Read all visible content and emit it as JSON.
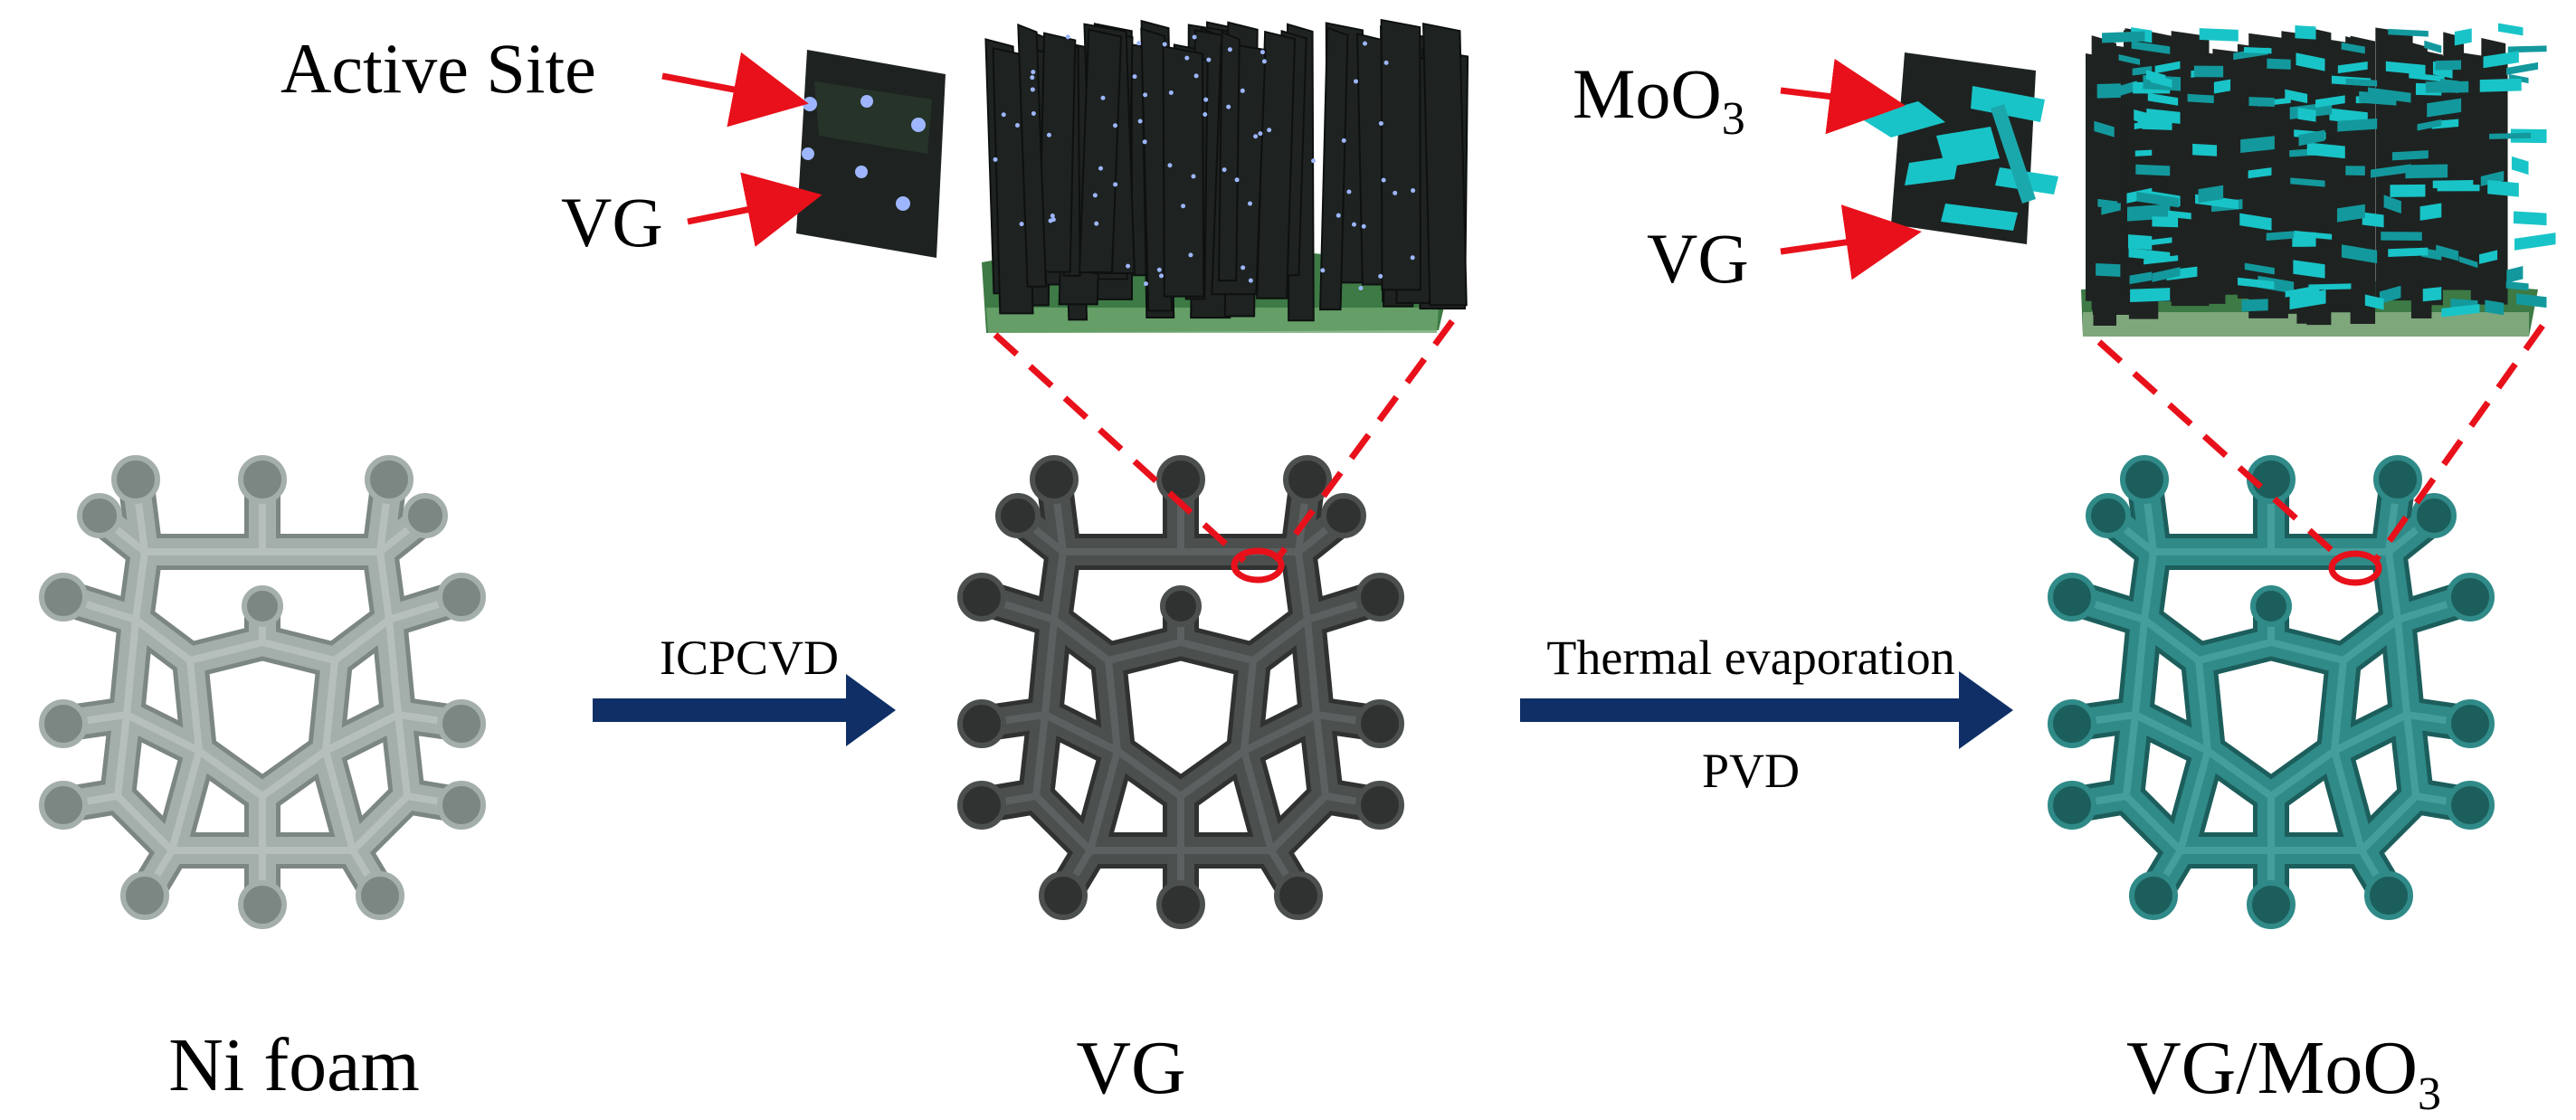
{
  "stages": {
    "ni_foam": {
      "label": "Ni foam",
      "color": "#a4aeab",
      "shade": "#7c8683",
      "hi": "#c6cecb"
    },
    "vg": {
      "label": "VG",
      "color": "#4b4f4e",
      "shade": "#2f3231",
      "hi": "#6c706f"
    },
    "vg_moo3": {
      "label_main": "VG/MoO",
      "label_sub": "3",
      "color": "#2f8a88",
      "shade": "#1c5e5c",
      "hi": "#55b0ad"
    }
  },
  "process": {
    "step1": {
      "label": "ICPCVD",
      "arrow_color": "#0f2f66"
    },
    "step2": {
      "label_top": "Thermal evaporation",
      "label_bottom": "PVD",
      "arrow_color": "#0f2f66"
    }
  },
  "insets": {
    "vg": {
      "callout_top": "Active Site",
      "callout_bottom": "VG"
    },
    "vg_moo3": {
      "callout_top_main": "MoO",
      "callout_top_sub": "3",
      "callout_bottom": "VG"
    }
  },
  "colors": {
    "callout_red": "#e8101a",
    "graphene_dark": "#1e2321",
    "substrate_green": "#3d7a45",
    "moo3_cyan": "#19c4c8",
    "active_site": "#9db6ff"
  }
}
